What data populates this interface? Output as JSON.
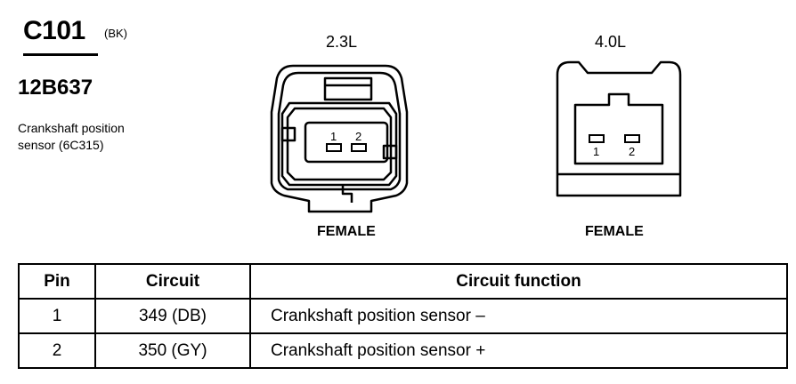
{
  "connector": {
    "id": "C101",
    "color_code": "(BK)",
    "part_number": "12B637",
    "description_line1": "Crankshaft position",
    "description_line2": "sensor (6C315)"
  },
  "views": [
    {
      "label": "2.3L",
      "gender": "FEMALE",
      "pins": [
        "1",
        "2"
      ]
    },
    {
      "label": "4.0L",
      "gender": "FEMALE",
      "pins": [
        "1",
        "2"
      ]
    }
  ],
  "table": {
    "headers": [
      "Pin",
      "Circuit",
      "Circuit function"
    ],
    "rows": [
      [
        "1",
        "349 (DB)",
        "Crankshaft position sensor  –"
      ],
      [
        "2",
        "350 (GY)",
        "Crankshaft position sensor  +"
      ]
    ]
  }
}
